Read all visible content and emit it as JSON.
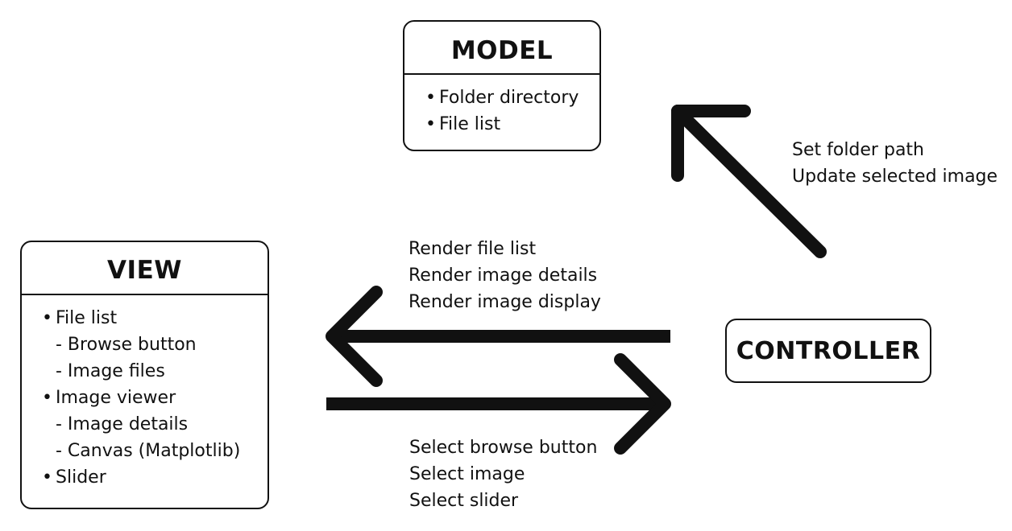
{
  "model": {
    "title": "MODEL",
    "items": [
      "Folder directory",
      "File list"
    ]
  },
  "view": {
    "title": "VIEW",
    "items": [
      {
        "bullet": "•",
        "text": "File list"
      },
      {
        "bullet": "",
        "text": "- Browse button"
      },
      {
        "bullet": "",
        "text": "- Image files"
      },
      {
        "bullet": "•",
        "text": "Image viewer"
      },
      {
        "bullet": "",
        "text": "- Image details"
      },
      {
        "bullet": "",
        "text": "- Canvas (Matplotlib)"
      },
      {
        "bullet": "•",
        "text": "Slider"
      }
    ]
  },
  "controller": {
    "title": "CONTROLLER"
  },
  "arrows": {
    "controller_to_model": [
      "Set folder path",
      "Update selected image"
    ],
    "controller_to_view": [
      "Render file list",
      "Render image details",
      "Render image display"
    ],
    "view_to_controller": [
      "Select browse button",
      "Select image",
      "Select slider"
    ]
  },
  "colors": {
    "stroke": "#111111",
    "background": "#ffffff"
  },
  "bullet_symbol": "•"
}
